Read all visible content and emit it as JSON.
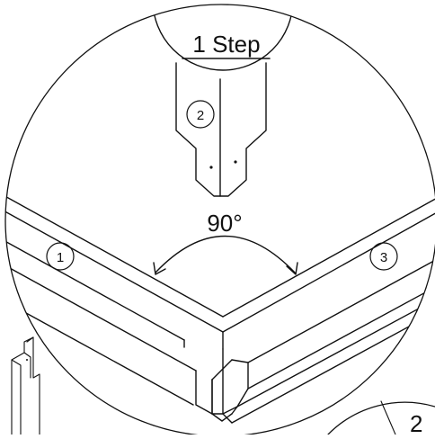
{
  "step_label": "1 Step",
  "angle_label": "90°",
  "callouts": [
    {
      "id": "1",
      "label": "1"
    },
    {
      "id": "2",
      "label": "2"
    },
    {
      "id": "3",
      "label": "3"
    }
  ],
  "next_step_number": "2",
  "colors": {
    "line": "#111111",
    "background": "#ffffff"
  }
}
